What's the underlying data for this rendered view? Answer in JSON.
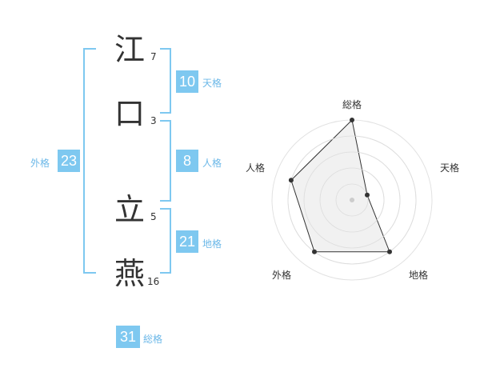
{
  "name": {
    "chars": [
      {
        "char": "江",
        "strokes": "7"
      },
      {
        "char": "口",
        "strokes": "3"
      },
      {
        "char": "立",
        "strokes": "5"
      },
      {
        "char": "燕",
        "strokes": "16"
      }
    ]
  },
  "fortune": {
    "tenkaku": {
      "value": "10",
      "label": "天格"
    },
    "jinkaku": {
      "value": "8",
      "label": "人格"
    },
    "chikaku": {
      "value": "21",
      "label": "地格"
    },
    "gaikaku": {
      "value": "23",
      "label": "外格"
    },
    "soukaku": {
      "value": "31",
      "label": "総格"
    }
  },
  "chart_data": {
    "type": "radar",
    "axes": [
      "総格",
      "天格",
      "地格",
      "外格",
      "人格"
    ],
    "values": [
      5,
      1,
      4,
      4,
      4
    ],
    "max": 5,
    "fill_color": "#efefef",
    "line_color": "#333333"
  }
}
